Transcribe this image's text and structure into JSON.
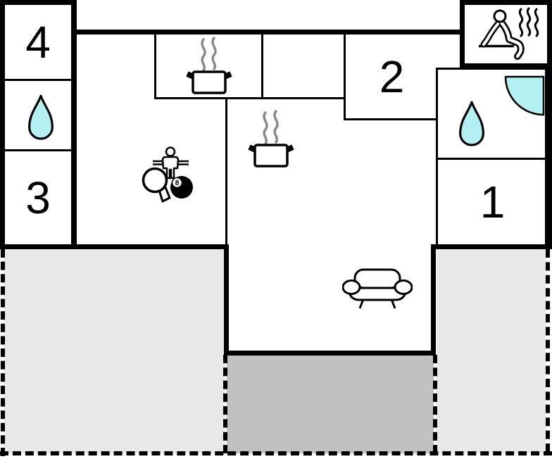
{
  "plan": {
    "type": "holiday-home-floor-plan",
    "rooms": {
      "room1": {
        "label": "1"
      },
      "room2": {
        "label": "2"
      },
      "room3": {
        "label": "3"
      },
      "room4": {
        "label": "4"
      }
    },
    "game_ball_label": "8",
    "icons": [
      "water-drop-icon",
      "shower-icon",
      "sauna-person-icon",
      "steam-icon",
      "cooking-pot-icon",
      "sofa-icon",
      "table-tennis-paddle-icon",
      "foosball-player-icon",
      "billiard-ball-icon"
    ],
    "colors": {
      "accent_cyan": "#b4f0f2",
      "terrace_light": "#e8e8e8",
      "terrace_dark": "#c1c1c1",
      "wall_black": "#000000",
      "steam_gray": "#8a8a8a"
    }
  }
}
